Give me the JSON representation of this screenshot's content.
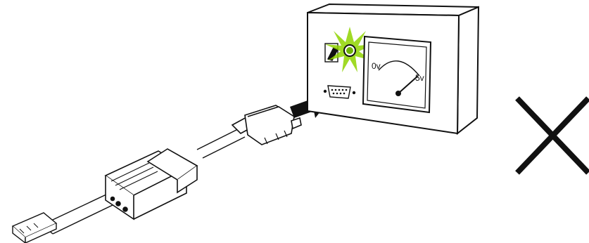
{
  "meter": {
    "min_label": "0v",
    "max_label": "5v"
  },
  "indicator": {
    "state": "on",
    "color": "#8fd400"
  },
  "verdict_icon": "cross-icon"
}
